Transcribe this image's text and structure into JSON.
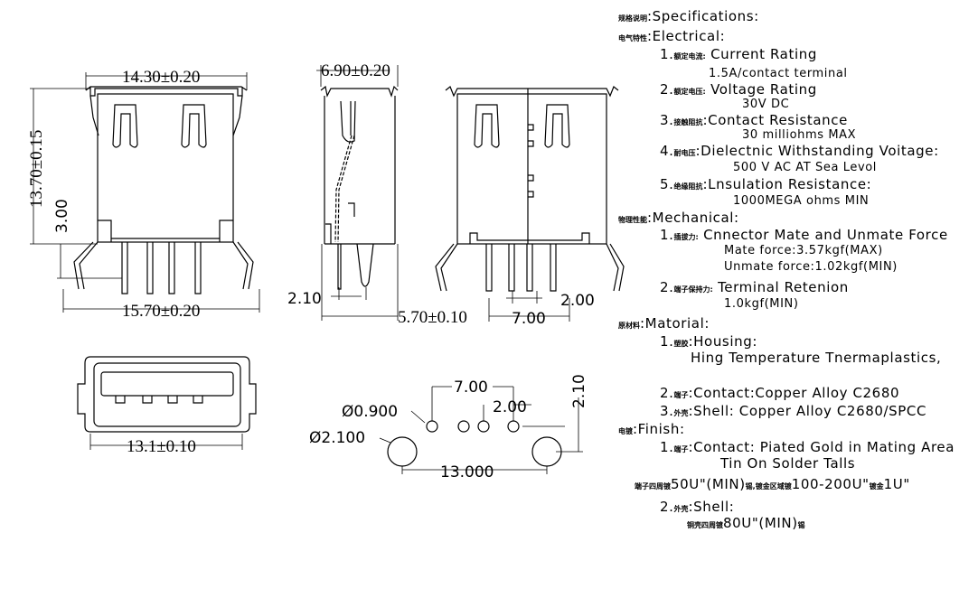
{
  "drawing": {
    "front_view": {
      "width_top": "14.30±0.20",
      "height": "13.70±0.15",
      "pin_length": "3.00",
      "width_bottom": "15.70±0.20"
    },
    "side_view": {
      "depth": "6.90±0.20",
      "lead_offset": "2.10",
      "lead_span": "5.70±0.10"
    },
    "rear_view": {
      "pin_pitch": "2.00",
      "pin_span": "7.00"
    },
    "bottom_view": {
      "width": "13.1±0.10"
    },
    "footprint": {
      "span": "7.00",
      "pitch": "2.00",
      "row_offset": "2.10",
      "small_hole": "Ø0.900",
      "large_hole": "Ø2.100",
      "large_span": "13.000"
    }
  },
  "specs": [
    {
      "cn": "规格说明",
      "en": ":Specifications:"
    },
    {
      "cn": "电气特性",
      "en": ":Electrical:"
    },
    {
      "num": "1.",
      "cn": "额定电流:",
      "en": " Current  Rating"
    },
    {
      "en": "1.5A/contact  terminal"
    },
    {
      "num": "2.",
      "cn": "额定电压:",
      "en": " Voltage  Rating"
    },
    {
      "en": "30V  DC"
    },
    {
      "num": "3.",
      "cn": "接触阻抗",
      "en": ":Contact  Resistance"
    },
    {
      "en": "30  milliohms  MAX"
    },
    {
      "num": "4.",
      "cn": "耐电压",
      "en": ":Dielectnic  Withstanding  Voitage:"
    },
    {
      "en": "500  V  AC  AT  Sea  Levol"
    },
    {
      "num": "5.",
      "cn": "绝缘阻抗",
      "en": ":Lnsulation  Resistance:"
    },
    {
      "en": "1000MEGA  ohms  MIN"
    },
    {
      "cn": "物理性能",
      "en": ":Mechanical:"
    },
    {
      "num": "1.",
      "cn": "插拔力:",
      "en": " Cnnector  Mate  and  Unmate  Force"
    },
    {
      "en": "Mate  force:3.57kgf(MAX)"
    },
    {
      "en": "Unmate  force:1.02kgf(MIN)"
    },
    {
      "num": "2.",
      "cn": "端子保持力:",
      "en": " Terminal  Retenion"
    },
    {
      "en": "1.0kgf(MIN)"
    },
    {
      "cn": "原材料",
      "en": ":Matorial:"
    },
    {
      "num": "1.",
      "cn": "塑胶",
      "en": ":Housing:"
    },
    {
      "en": "Hing  Temperature   Tnermaplastics,"
    },
    {
      "num": "2.",
      "cn": "端子",
      "en": ":Contact:Copper  Alloy  C2680"
    },
    {
      "num": "3.",
      "cn": "外壳",
      "en": ":Shell:  Copper  Alloy  C2680/SPCC"
    },
    {
      "cn": "电镀",
      "en": ":Finish:"
    },
    {
      "num": "1.",
      "cn": "端子",
      "en": ":Contact:  Piated  Gold  in  Mating  Area"
    },
    {
      "en": "Tin  On  Solder  Talls"
    },
    {
      "cn": "端子四周镀",
      "en": "50U\"(MIN)",
      "cn2": "锡,镀金区域镀",
      "en2": "100-200U\"",
      "cn3": "镀金",
      "en3": "1U\""
    },
    {
      "num": "2.",
      "cn": "外壳",
      "en": ":Shell:"
    },
    {
      "cn": "铜壳四周镀",
      "en": "80U\"(MIN)",
      "cn2": "锡"
    }
  ]
}
